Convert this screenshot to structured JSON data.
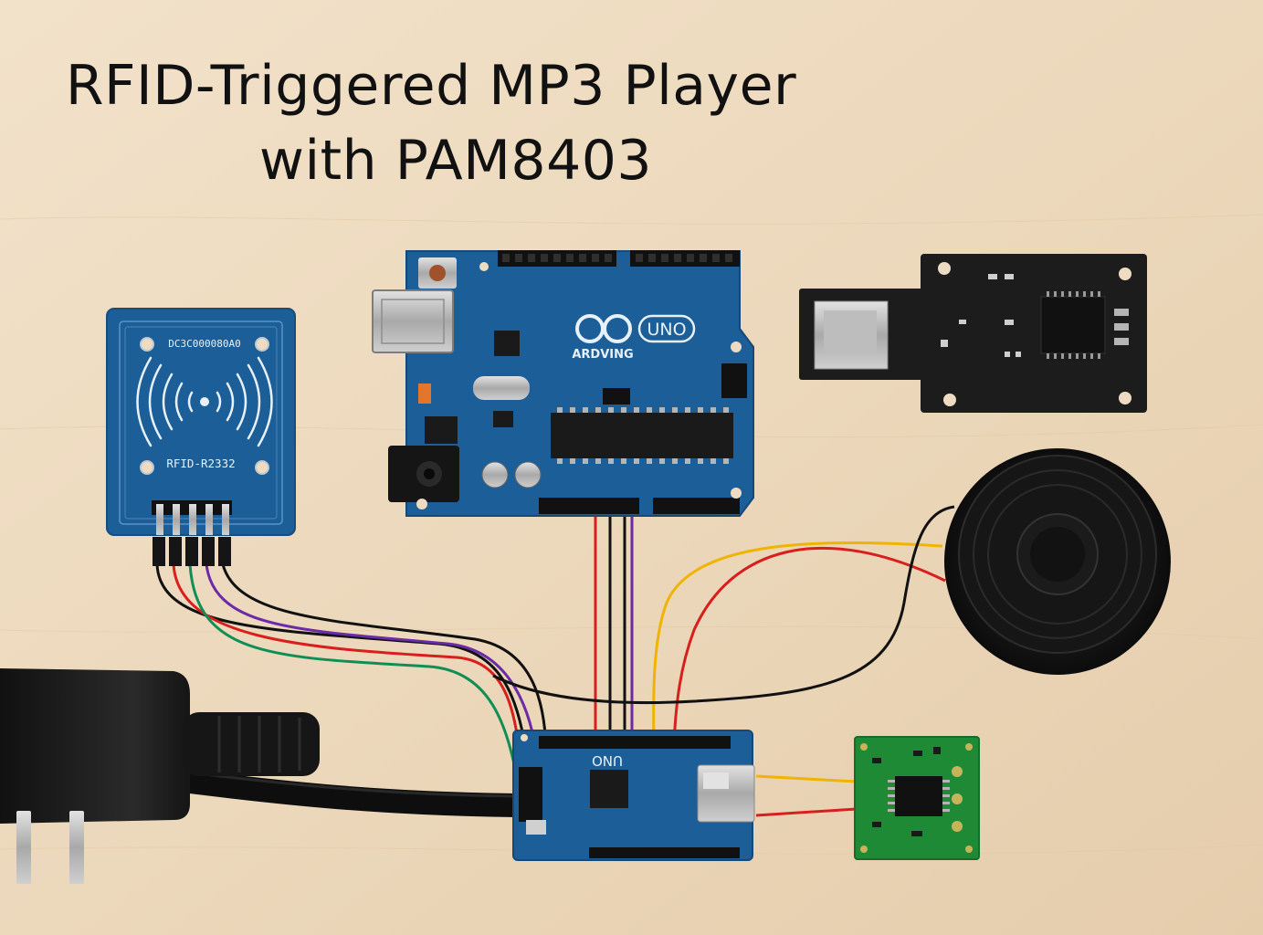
{
  "title": {
    "line1": "RFID-Triggered MP3 Player",
    "line2": "with PAM8403"
  },
  "rfid_module": {
    "id_text": "DC3C000080A0",
    "model_label": "RFID-R2332"
  },
  "arduino": {
    "brand_label": "ARDVING",
    "model_label": "UNO"
  },
  "mp3_board": {
    "label": "UNO"
  },
  "colors": {
    "background": "#eedcc2",
    "pcb_blue": "#1c5e97",
    "pcb_black": "#1c1c1c",
    "pcb_green": "#1f8a36",
    "wire_red": "#d91e1e",
    "wire_black": "#111111",
    "wire_purple": "#6b2aa6",
    "wire_green": "#0f8f55",
    "wire_yellow": "#f0b400"
  },
  "icons": [
    "rfid-waves-icon",
    "arduino-infinity-logo-icon"
  ]
}
